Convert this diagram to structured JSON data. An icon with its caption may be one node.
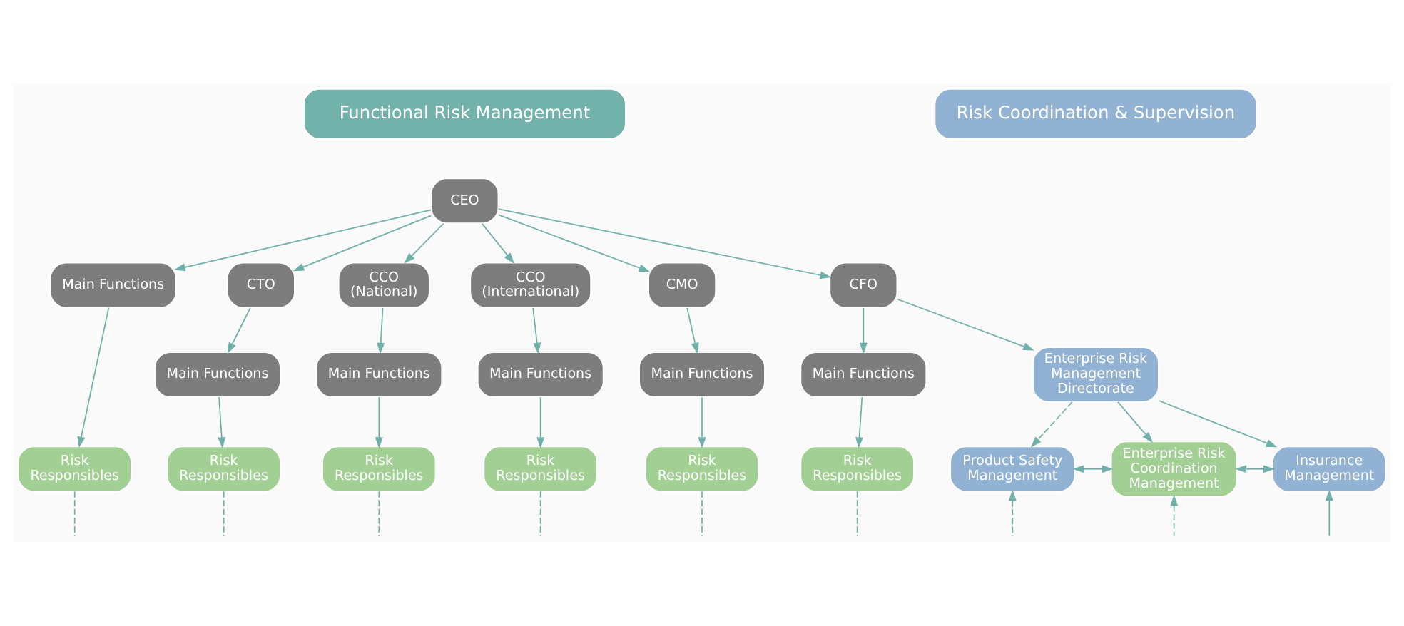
{
  "diagram": {
    "nodes": [
      {
        "text": [
          "Functional Risk Management"
        ]
      },
      {
        "text": [
          "Risk Coordination & Supervision"
        ]
      },
      {
        "text": [
          "CEO"
        ]
      },
      {
        "text": [
          "CTO"
        ]
      },
      {
        "text": [
          "CCO",
          "(National)"
        ]
      },
      {
        "text": [
          "CCO",
          "(International)"
        ]
      },
      {
        "text": [
          "CMO"
        ]
      },
      {
        "text": [
          "CFO"
        ]
      },
      {
        "text": [
          "Main Functions"
        ]
      },
      {
        "text": [
          "Main Functions"
        ]
      },
      {
        "text": [
          "Main Functions"
        ]
      },
      {
        "text": [
          "Main Functions"
        ]
      },
      {
        "text": [
          "Main Functions"
        ]
      },
      {
        "text": [
          "Main Functions"
        ]
      },
      {
        "text": [
          "Risk Responsibles"
        ]
      },
      {
        "text": [
          "Risk Responsibles"
        ]
      },
      {
        "text": [
          "Risk Responsibles"
        ]
      },
      {
        "text": [
          "Risk Responsibles"
        ]
      },
      {
        "text": [
          "Risk Responsibles"
        ]
      },
      {
        "text": [
          "Risk Responsibles"
        ]
      },
      {
        "text": [
          "Enterprise Risk Management Directorate"
        ]
      },
      {
        "text": [
          "Product Safety Management"
        ]
      },
      {
        "text": [
          "Enterprise Risk Coordination Management"
        ]
      },
      {
        "text": [
          "Insurance Management"
        ]
      }
    ],
    "edges": [
      {
        "from": 2,
        "to": 8,
        "arrow": "to"
      },
      {
        "from": 2,
        "to": 3,
        "arrow": "to"
      },
      {
        "from": 2,
        "to": 4,
        "arrow": "to"
      },
      {
        "from": 2,
        "to": 5,
        "arrow": "to"
      },
      {
        "from": 2,
        "to": 6,
        "arrow": "to"
      },
      {
        "from": 2,
        "to": 7,
        "arrow": "to"
      },
      {
        "from": 3,
        "to": 9,
        "arrow": "to"
      },
      {
        "from": 4,
        "to": 10,
        "arrow": "to"
      },
      {
        "from": 5,
        "to": 11,
        "arrow": "to"
      },
      {
        "from": 6,
        "to": 12,
        "arrow": "to"
      },
      {
        "from": 7,
        "to": 13,
        "arrow": "to"
      },
      {
        "from": 8,
        "to": 14,
        "arrow": "to"
      },
      {
        "from": 9,
        "to": 15,
        "arrow": "to"
      },
      {
        "from": 10,
        "to": 16,
        "arrow": "to"
      },
      {
        "from": 11,
        "to": 17,
        "arrow": "to"
      },
      {
        "from": 12,
        "to": 18,
        "arrow": "to"
      },
      {
        "from": 13,
        "to": 19,
        "arrow": "to"
      },
      {
        "from": 7,
        "to": 20,
        "arrow": "to"
      },
      {
        "from": 20,
        "to": 21,
        "arrow": "to",
        "style": "dashed"
      },
      {
        "from": 20,
        "to": 22,
        "arrow": "to"
      },
      {
        "from": 20,
        "to": 23,
        "arrow": "to"
      },
      {
        "from": 21,
        "to": 22,
        "arrow": "both"
      },
      {
        "from": 22,
        "to": 23,
        "arrow": "both"
      },
      {
        "from": 14,
        "to": null,
        "arrow": "none",
        "style": "dashed"
      },
      {
        "from": 15,
        "to": null,
        "arrow": "none",
        "style": "dashed"
      },
      {
        "from": 16,
        "to": null,
        "arrow": "none",
        "style": "dashed"
      },
      {
        "from": 17,
        "to": null,
        "arrow": "none",
        "style": "dashed"
      },
      {
        "from": 18,
        "to": null,
        "arrow": "none",
        "style": "dashed"
      },
      {
        "from": 19,
        "to": null,
        "arrow": "none",
        "style": "dashed"
      },
      {
        "from": null,
        "to": 21,
        "arrow": "to",
        "style": "dashed"
      },
      {
        "from": null,
        "to": 22,
        "arrow": "to",
        "style": "dashed"
      },
      {
        "from": null,
        "to": 23,
        "arrow": "to"
      }
    ]
  }
}
